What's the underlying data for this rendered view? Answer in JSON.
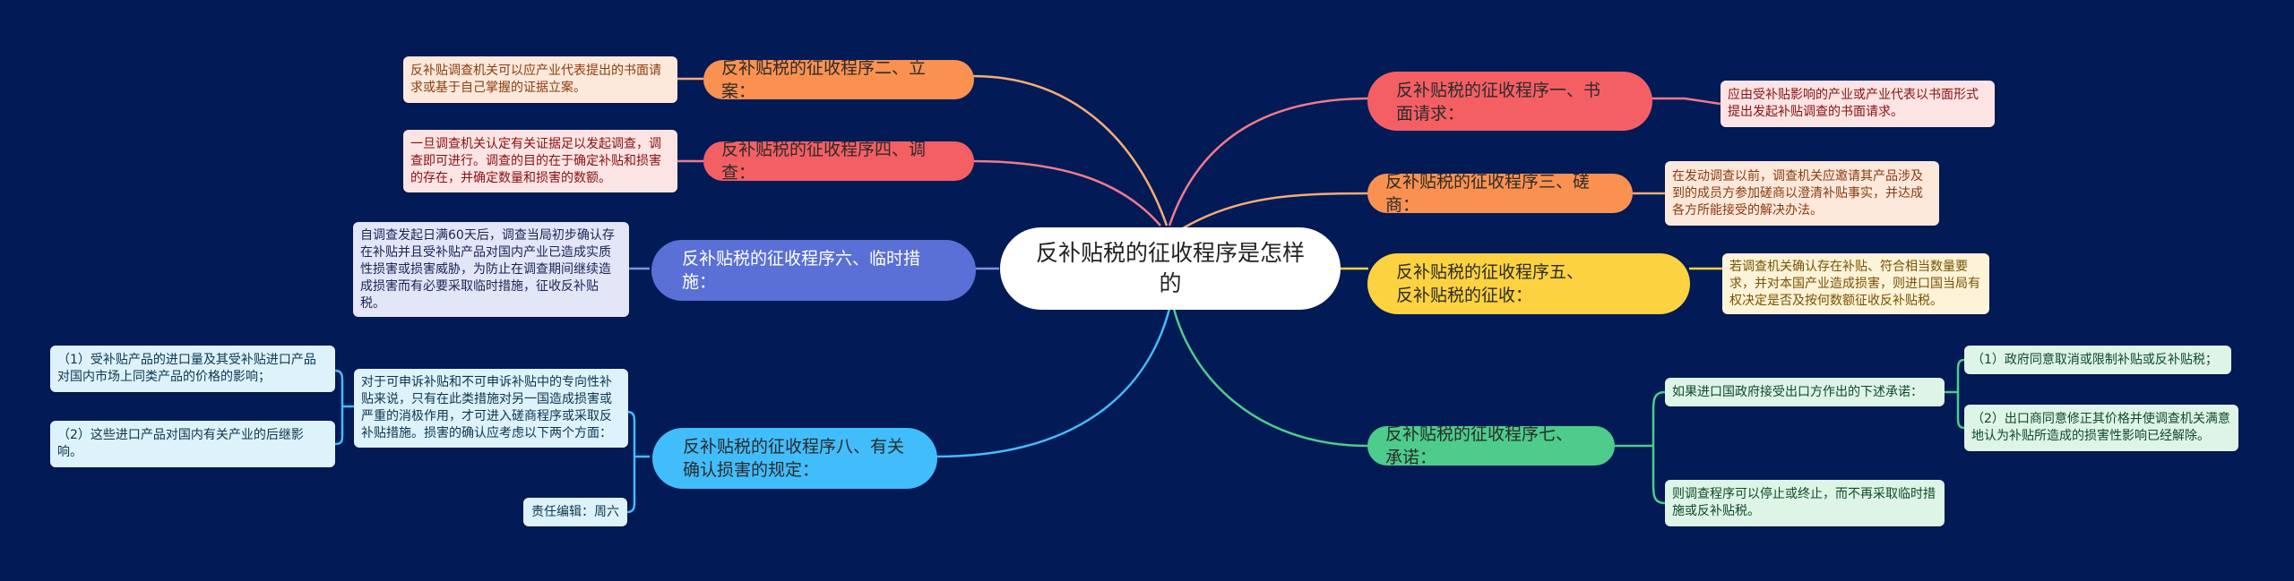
{
  "colors": {
    "background": "#021a56",
    "root": "#ffffff",
    "branch1": "#f45f64",
    "branch2": "#fa9150",
    "branch3": "#fa9150",
    "branch4": "#f45f64",
    "branch5": "#fcd240",
    "branch6": "#5a70d6",
    "branch7": "#4dcc8c",
    "branch8": "#42bdfc"
  },
  "root": {
    "label": "反补贴税的征收程序是怎样的"
  },
  "branches": [
    {
      "id": "b1",
      "label": "反补贴税的征收程序一、书面请求：",
      "children": [
        {
          "text": "应由受补贴影响的产业或产业代表以书面形式提出发起补贴调查的书面请求。"
        }
      ]
    },
    {
      "id": "b2",
      "label": "反补贴税的征收程序二、立案：",
      "children": [
        {
          "text": "反补贴调查机关可以应产业代表提出的书面请求或基于自己掌握的证据立案。"
        }
      ]
    },
    {
      "id": "b3",
      "label": "反补贴税的征收程序三、磋商：",
      "children": [
        {
          "text": "在发动调查以前，调查机关应邀请其产品涉及到的成员方参加磋商以澄清补贴事实，并达成各方所能接受的解决办法。"
        }
      ]
    },
    {
      "id": "b4",
      "label": "反补贴税的征收程序四、调查：",
      "children": [
        {
          "text": "一旦调查机关认定有关证据足以发起调查，调查即可进行。调查的目的在于确定补贴和损害的存在，并确定数量和损害的数额。"
        }
      ]
    },
    {
      "id": "b5",
      "label": "反补贴税的征收程序五、反补贴税的征收：",
      "children": [
        {
          "text": "若调查机关确认存在补贴、符合相当数量要求，并对本国产业造成损害，则进口国当局有权决定是否及按何数额征收反补贴税。"
        }
      ]
    },
    {
      "id": "b6",
      "label": "反补贴税的征收程序六、临时措施：",
      "children": [
        {
          "text": "自调查发起日满60天后，调查当局初步确认存在补贴并且受补贴产品对国内产业已造成实质性损害或损害威胁，为防止在调查期间继续造成损害而有必要采取临时措施，征收反补贴税。"
        }
      ]
    },
    {
      "id": "b7",
      "label": "反补贴税的征收程序七、承诺：",
      "children": [
        {
          "text": "如果进口国政府接受出口方作出的下述承诺：",
          "children": [
            {
              "text": "（1）政府同意取消或限制补贴或反补贴税；"
            },
            {
              "text": "（2）出口商同意修正其价格并使调查机关满意地认为补贴所造成的损害性影响已经解除。"
            }
          ]
        },
        {
          "text": "则调查程序可以停止或终止，而不再采取临时措施或反补贴税。"
        }
      ]
    },
    {
      "id": "b8",
      "label": "反补贴税的征收程序八、有关确认损害的规定：",
      "children": [
        {
          "text": "对于可申诉补贴和不可申诉补贴中的专向性补贴来说，只有在此类措施对另一国造成损害或严重的消极作用，才可进入磋商程序或采取反补贴措施。损害的确认应考虑以下两个方面：",
          "children": [
            {
              "text": "（1）受补贴产品的进口量及其受补贴进口产品对国内市场上同类产品的价格的影响；"
            },
            {
              "text": "（2）这些进口产品对国内有关产业的后继影响。"
            }
          ]
        },
        {
          "text": "责任编辑：周六"
        }
      ]
    }
  ]
}
